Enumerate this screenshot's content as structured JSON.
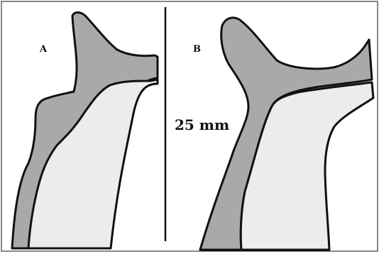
{
  "panels": {
    "left": {
      "label": "A"
    },
    "right": {
      "label": "B"
    }
  },
  "scale": {
    "text": "25 mm"
  },
  "colors": {
    "outline": "#111111",
    "cortical_bone": "#a9a9a9",
    "cancellous_bone": "#ececec",
    "background": "#ffffff"
  }
}
